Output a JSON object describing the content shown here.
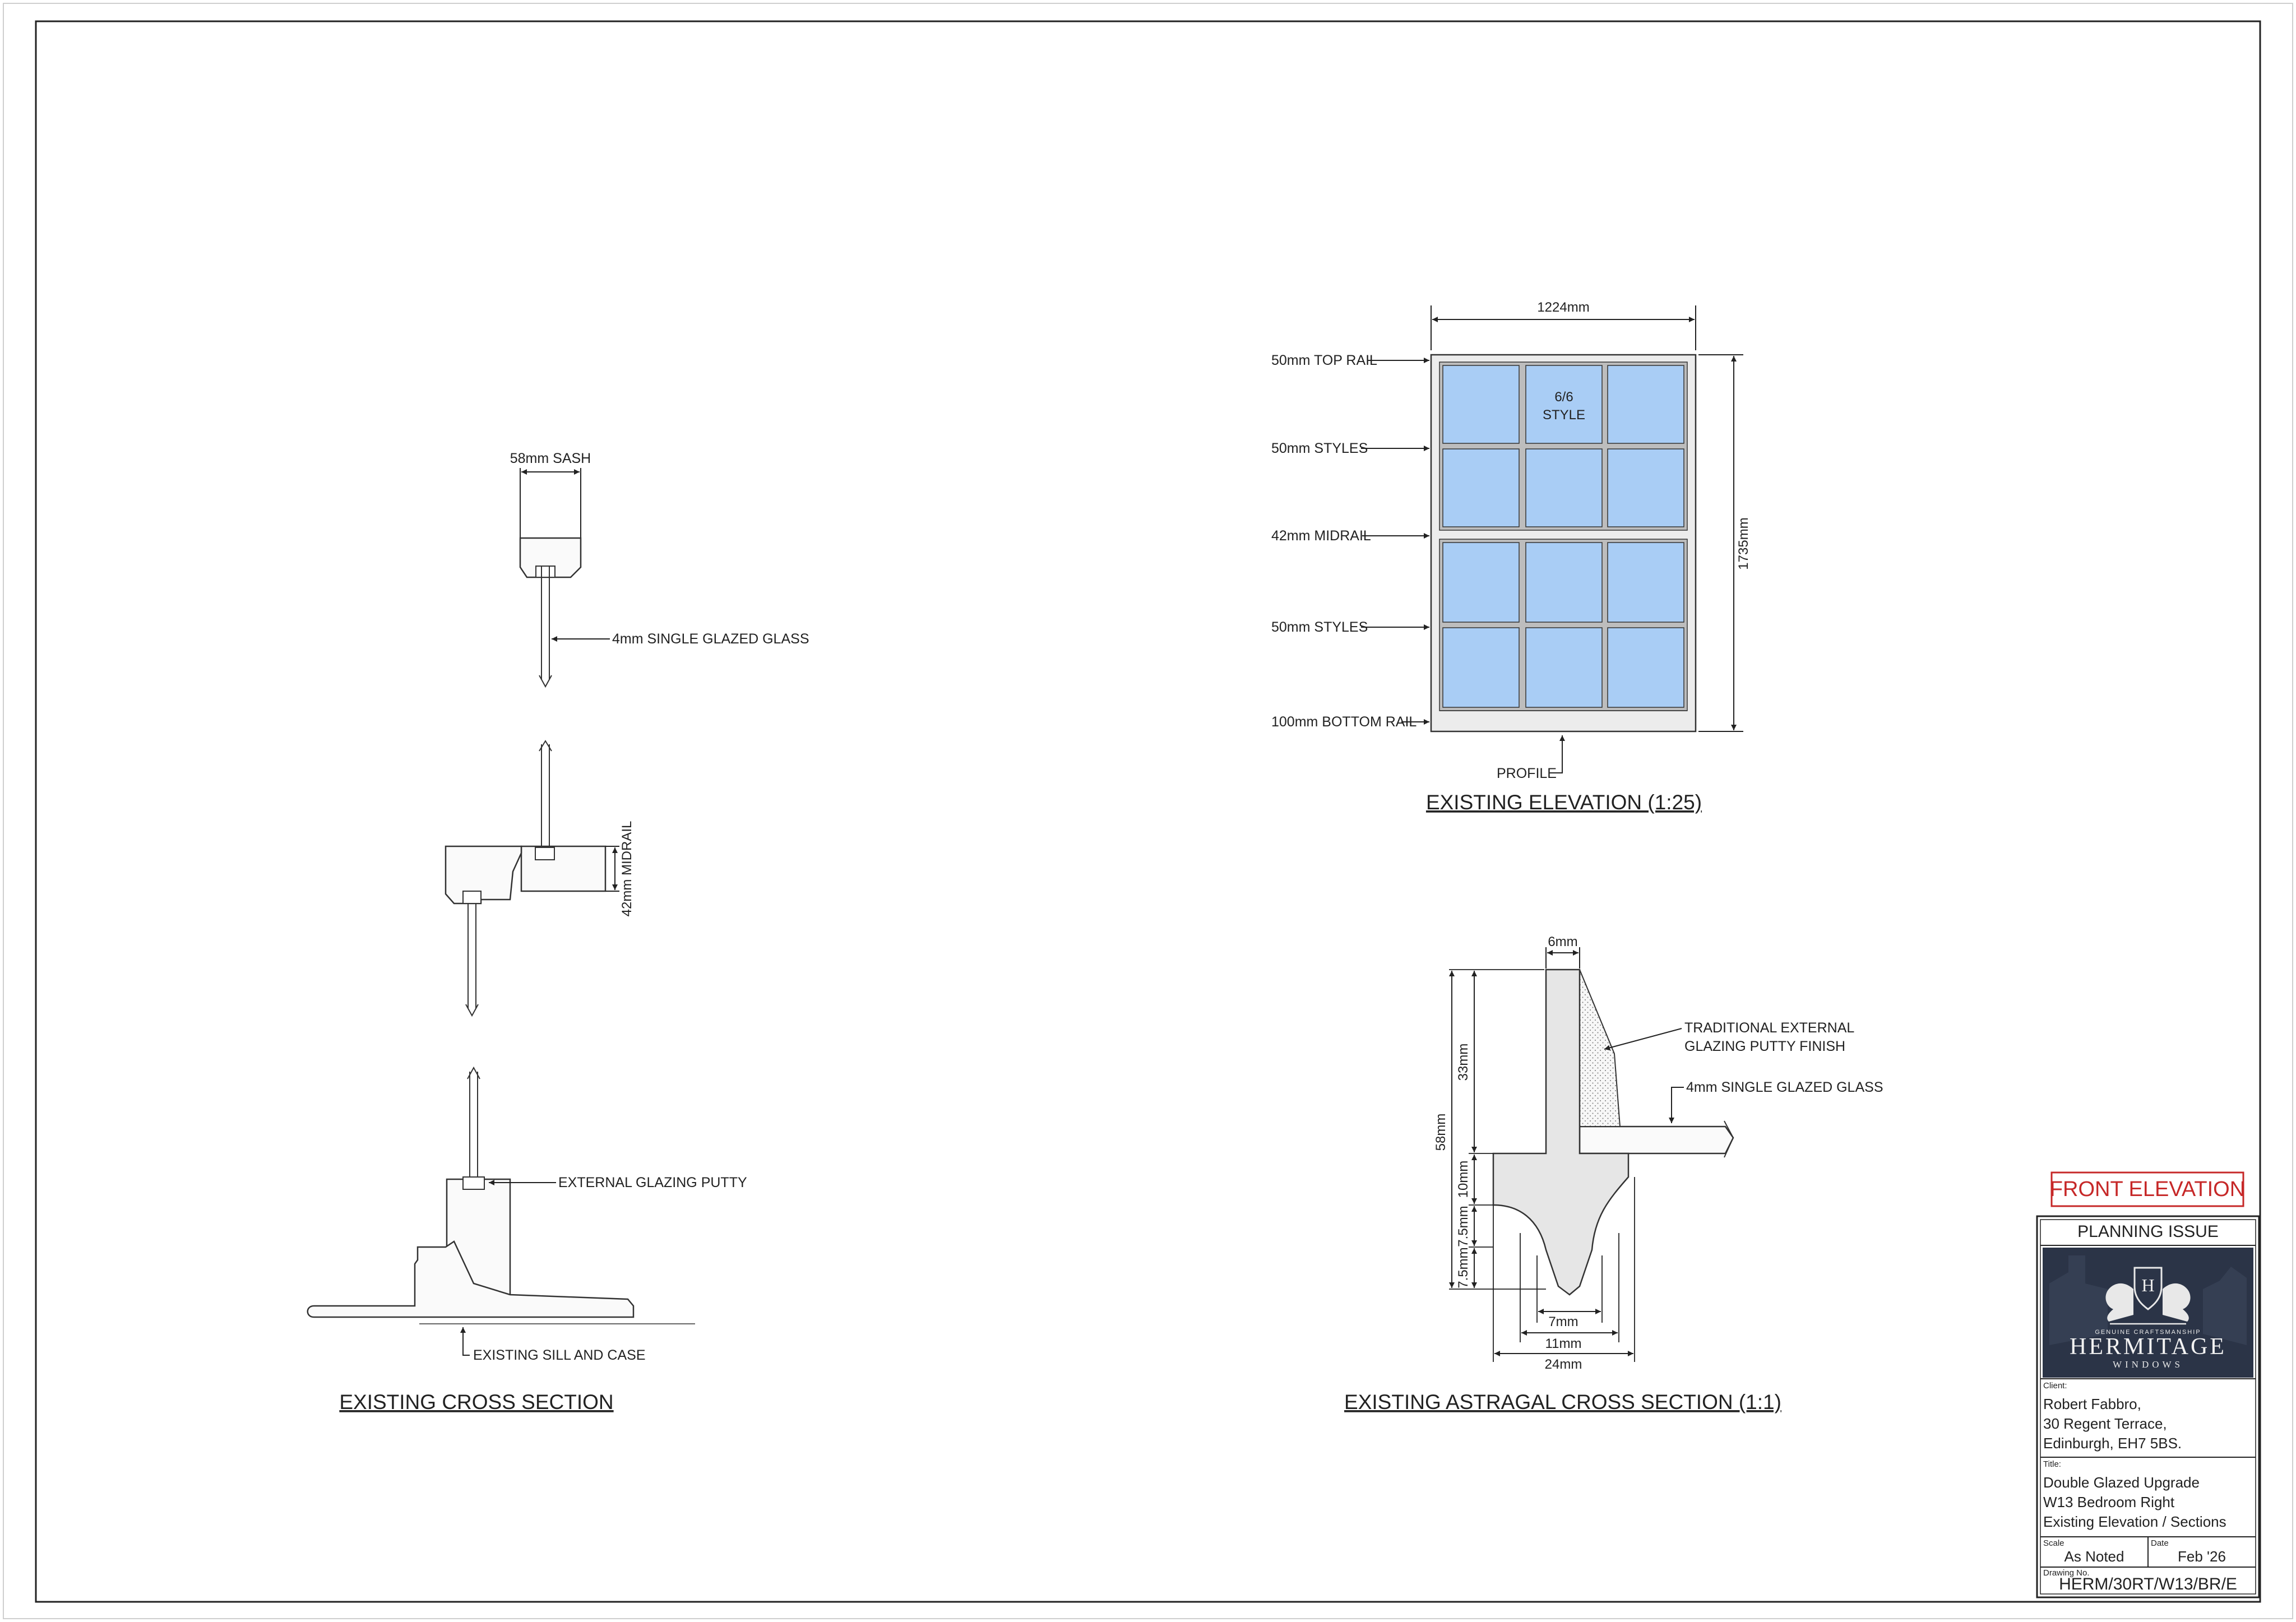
{
  "elevation": {
    "width_dim": "1224mm",
    "height_dim": "1735mm",
    "style_line1": "6/6",
    "style_line2": "STYLE",
    "label_top_rail": "50mm TOP RAIL",
    "label_styles_upper": "50mm STYLES",
    "label_midrail": "42mm MIDRAIL",
    "label_styles_lower": "50mm STYLES",
    "label_bottom_rail": "100mm BOTTOM RAIL",
    "label_profile": "PROFILE",
    "title": "EXISTING ELEVATION (1:25)"
  },
  "cross_section": {
    "label_sash": "58mm SASH",
    "label_glass": "4mm SINGLE GLAZED GLASS",
    "label_midrail": "42mm MIDRAIL",
    "label_putty": "EXTERNAL GLAZING PUTTY",
    "label_sill": "EXISTING  SILL AND CASE",
    "title": "EXISTING CROSS SECTION"
  },
  "astragal": {
    "dim_6": "6mm",
    "dim_58": "58mm",
    "dim_33": "33mm",
    "dim_10": "10mm",
    "dim_7_5a": "7.5mm",
    "dim_7_5b": "7.5mm",
    "dim_7": "7mm",
    "dim_11": "11mm",
    "dim_24": "24mm",
    "label_putty_line1": "TRADITIONAL EXTERNAL",
    "label_putty_line2": "GLAZING PUTTY FINISH",
    "label_glass": "4mm SINGLE GLAZED GLASS",
    "title": "EXISTING ASTRAGAL CROSS SECTION (1:1)"
  },
  "title_block": {
    "stamp": "FRONT ELEVATION",
    "issue": "PLANNING ISSUE",
    "logo": {
      "tagline": "GENUINE CRAFTSMANSHIP",
      "name": "HERMITAGE",
      "sub": "WINDOWS",
      "monogram": "H"
    },
    "client_label": "Client:",
    "client_lines": [
      "Robert Fabbro,",
      "30 Regent Terrace,",
      "Edinburgh, EH7 5BS."
    ],
    "title_label": "Title:",
    "title_lines": [
      "Double Glazed Upgrade",
      "W13 Bedroom Right",
      "Existing Elevation / Sections"
    ],
    "scale_label": "Scale",
    "scale_value": "As Noted",
    "date_label": "Date",
    "date_value": "Feb '26",
    "drawing_label": "Drawing No.",
    "drawing_value": "HERM/30RT/W13/BR/E"
  },
  "colors": {
    "glass": "#a9cdf5",
    "frame": "#ececec",
    "stamp_red": "#c62828",
    "logo_bg": "#2b3447"
  }
}
